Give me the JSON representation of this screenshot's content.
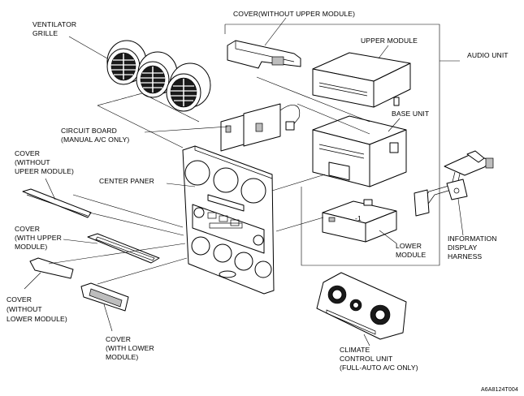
{
  "labels": {
    "ventilator_grille": [
      "VENTILATOR",
      "GRILLE"
    ],
    "cover_without_upper_module_top": "COVER(WITHOUT UPPER MODULE)",
    "upper_module": "UPPER MODULE",
    "audio_unit": "AUDIO UNIT",
    "base_unit": "BASE UNIT",
    "circuit_board": [
      "CIRCUIT BOARD",
      "(MANUAL A/C  ONLY)"
    ],
    "cover_without_upeer_module": [
      "COVER",
      "(WITHOUT",
      "UPEER MODULE)"
    ],
    "center_paner": "CENTER PANER",
    "cover_with_upper_module": [
      "COVER",
      "(WITH UPPER",
      "MODULE)"
    ],
    "lower_module": [
      "LOWER",
      "MODULE"
    ],
    "information_display_harness": [
      "INFORMATION",
      "DISPLAY",
      "HARNESS"
    ],
    "cover_without_lower_module": [
      "COVER",
      "(WITHOUT",
      "LOWER MODULE)"
    ],
    "cover_with_lower_module": [
      "COVER",
      "(WITH LOWER",
      "MODULE)"
    ],
    "climate_control_unit": [
      "CLIMATE",
      "CONTROL UNIT",
      "(FULL-AUTO A/C ONLY)"
    ],
    "figure_code": "A6A8124T004"
  }
}
